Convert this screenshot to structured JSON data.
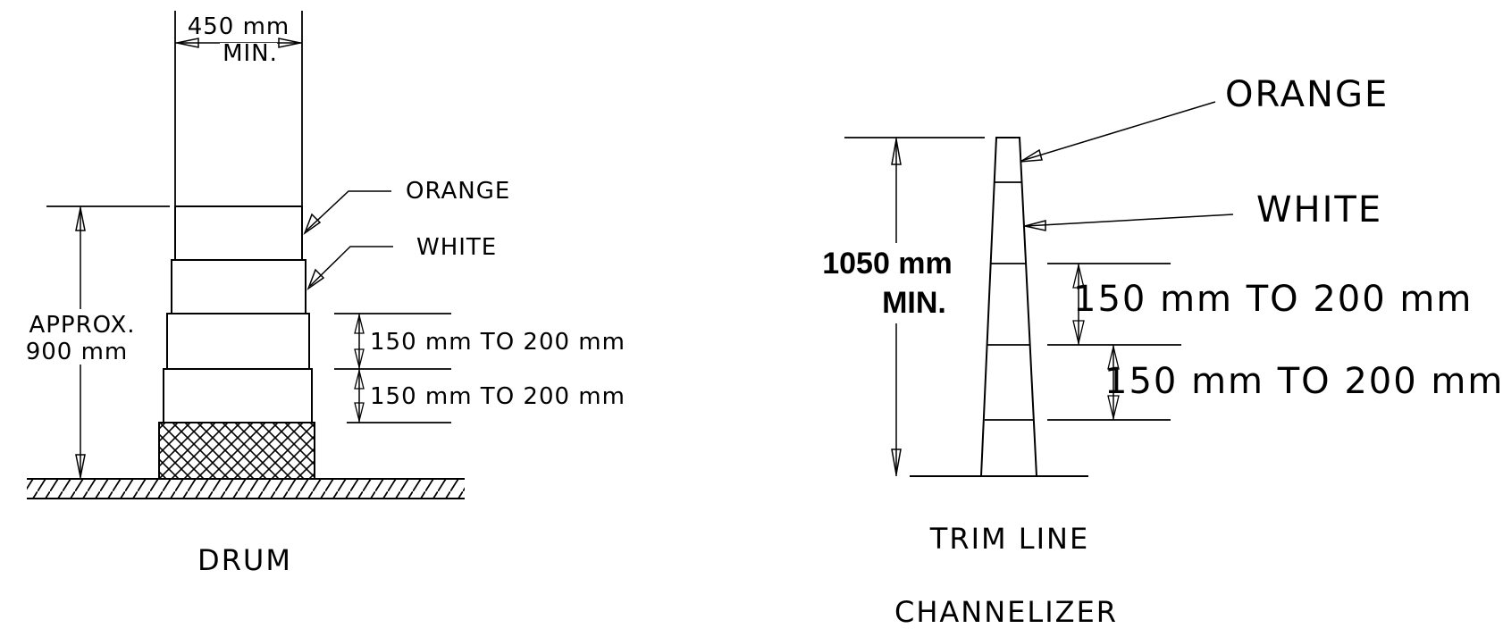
{
  "drum": {
    "width_label_1": "450 mm",
    "width_label_2": "MIN.",
    "band_top_label": "ORANGE",
    "band_second_label": "WHITE",
    "height_label_1": "APPROX.",
    "height_label_2": "900 mm",
    "band_dim_1": "150 mm  TO  200 mm",
    "band_dim_2": "150 mm  TO  200 mm",
    "caption": "DRUM"
  },
  "channelizer": {
    "top_label": "ORANGE",
    "second_label": "WHITE",
    "height_label_1": "1050 mm",
    "height_label_2": "MIN.",
    "band_dim_1": "150 mm  TO  200 mm",
    "band_dim_2": "150 mm  TO  200 mm",
    "caption_1": "TRIM  LINE",
    "caption_2": "CHANNELIZER"
  }
}
